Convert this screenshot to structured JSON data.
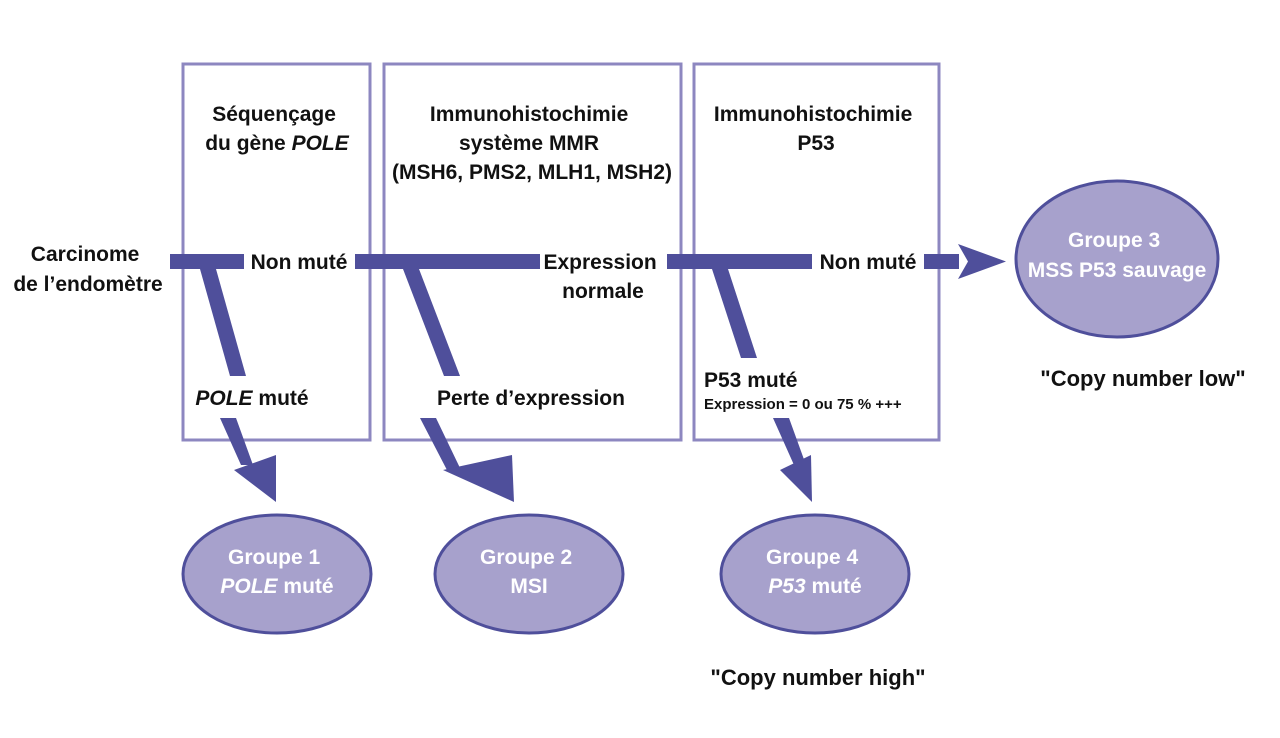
{
  "colors": {
    "accent": "#4f4f9b",
    "box_border": "#8d87c0",
    "ellipse_fill": "#a7a1cc",
    "ellipse_stroke": "#4f4f9b",
    "text": "#111111",
    "ellipse_text": "#ffffff"
  },
  "start": {
    "line1": "Carcinome",
    "line2": "de l’endomètre"
  },
  "steps": [
    {
      "title_line1": "Séquençage",
      "title_line2_prefix": "du gène ",
      "title_line2_italic": "POLE",
      "pass_label": "Non muté",
      "fail_label_italic": "POLE",
      "fail_label_rest": " muté"
    },
    {
      "title_line1": "Immunohistochimie",
      "title_line2": "système MMR",
      "title_line3": "(MSH6, PMS2, MLH1, MSH2)",
      "pass_label_line1": "Expression",
      "pass_label_line2": "normale",
      "fail_label": "Perte d’expression"
    },
    {
      "title_line1": "Immunohistochimie",
      "title_line2": "P53",
      "pass_label": "Non muté",
      "fail_label": "P53 muté",
      "fail_sublabel": "Expression = 0 ou 75 % +++"
    }
  ],
  "groups": [
    {
      "line1": "Groupe 1",
      "line2_italic": "POLE",
      "line2_rest": " muté"
    },
    {
      "line1": "Groupe 2",
      "line2": "MSI"
    },
    {
      "line1": "Groupe 3",
      "line2": "MSS P53 sauvage",
      "note": "\"Copy number low\""
    },
    {
      "line1": "Groupe 4",
      "line2_italic": "P53",
      "line2_rest": " muté",
      "note": "\"Copy number high\""
    }
  ]
}
